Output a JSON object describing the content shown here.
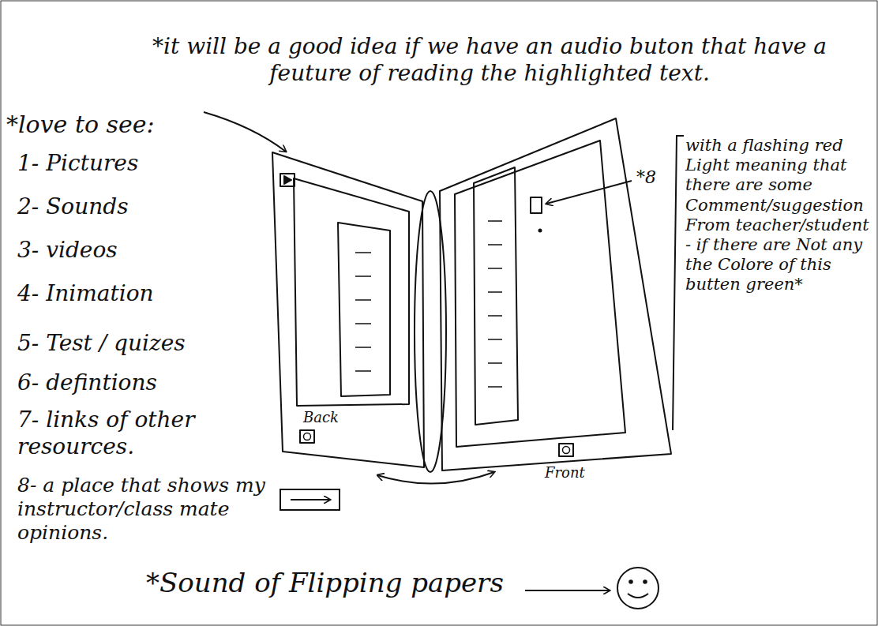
{
  "diagram": {
    "labels": [
      "*it will be a good idea if we have an audio buton that have a feuture of reading the highlighted text.",
      "*love to see:",
      "1- Pictures",
      "2- Sounds",
      "3- videos",
      "4- Inimation",
      "5- Test / quizes",
      "6- defintions",
      "7- links of other resources.",
      "8- a place that shows my instructor/class mate opinions.",
      "Back",
      "Front",
      "*8",
      "with a flashing red Light meaning that there are some Comment/suggestion From teacher/student - if there are Not any the Colore of this butten green*",
      "*Sound of Flipping papers"
    ]
  }
}
